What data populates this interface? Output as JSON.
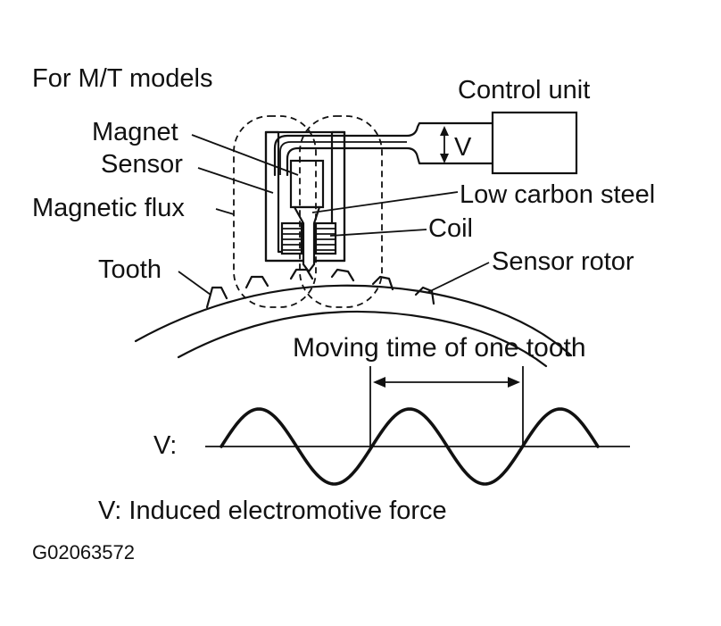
{
  "labels": {
    "heading": "For M/T models",
    "control_unit": "Control unit",
    "v_arrow": "V",
    "magnet": "Magnet",
    "sensor": "Sensor",
    "magnetic_flux": "Magnetic flux",
    "low_carbon_steel": "Low carbon steel",
    "coil": "Coil",
    "tooth": "Tooth",
    "sensor_rotor": "Sensor rotor",
    "moving_time": "Moving time of one tooth",
    "v_axis": "V:",
    "caption": "V: Induced electromotive force",
    "figure_code": "G02063572"
  }
}
